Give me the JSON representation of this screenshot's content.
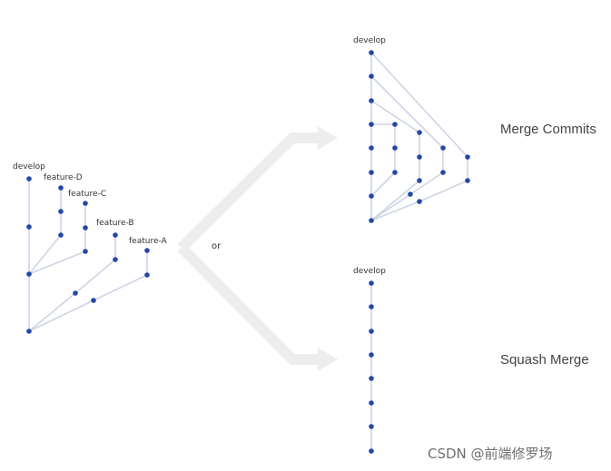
{
  "colors": {
    "commit": "#2447a6",
    "edge": "#ccd4e6",
    "arrow": "#ededed",
    "text": "#333333"
  },
  "left_diagram": {
    "labels": {
      "develop": "develop",
      "feature_d": "feature-D",
      "feature_c": "feature-C",
      "feature_b": "feature-B",
      "feature_a": "feature-A"
    }
  },
  "connector": {
    "label": "or"
  },
  "merge_commits": {
    "branch_label": "develop",
    "title": "Merge Commits"
  },
  "squash_merge": {
    "branch_label": "develop",
    "title": "Squash Merge"
  },
  "watermark": {
    "text": "CSDN @前端修罗场"
  }
}
